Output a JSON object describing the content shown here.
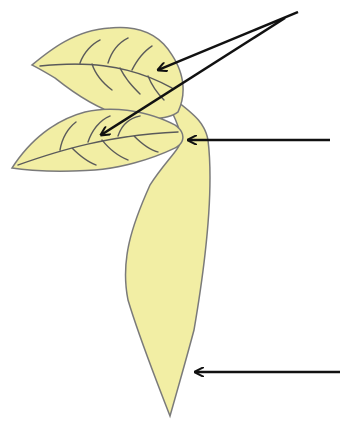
{
  "diagram": {
    "subject": "seedling",
    "parts": [
      {
        "id": "cotyledon-upper",
        "kind": "leaf"
      },
      {
        "id": "cotyledon-lower",
        "kind": "leaf"
      },
      {
        "id": "stem",
        "kind": "stem"
      }
    ],
    "labels": [],
    "colors": {
      "fill": "#f2eea4",
      "outline": "#7a7a7a",
      "vein": "#5a5a5a",
      "arrow": "#111111",
      "background": "#ffffff"
    }
  }
}
